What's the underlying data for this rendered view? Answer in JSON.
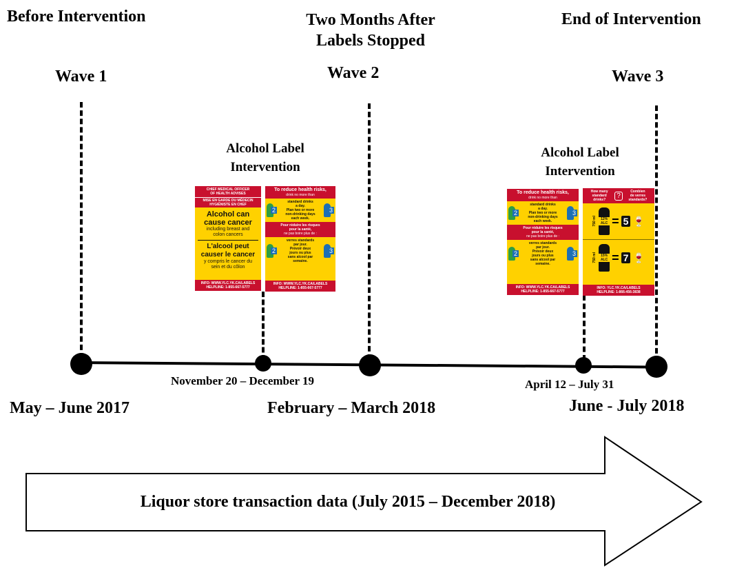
{
  "headers": {
    "wave1_phase": "Before Intervention",
    "wave2_phase": "Two Months After\nLabels Stopped",
    "wave3_phase": "End of Intervention",
    "wave1": "Wave 1",
    "wave2": "Wave 2",
    "wave3": "Wave 3"
  },
  "intervention_1": {
    "title": "Alcohol Label\nIntervention",
    "dates": "November 20 – December 19"
  },
  "intervention_2": {
    "title": "Alcohol Label\nIntervention",
    "dates": "April 12 – July 31"
  },
  "wave_dates": {
    "wave1": "May – June 2017",
    "wave2": "February – March 2018",
    "wave3": "June - July 2018"
  },
  "arrow": {
    "text": "Liquor store transaction data (July 2015 – December 2018)"
  },
  "cancer_label": {
    "band_top": "CHIEF MEDICAL OFFICER\nOF HEALTH ADVISES",
    "band_top_fr": "MISE EN GARDE DU MÉDECIN\nHYGIÉNISTE EN CHEF",
    "en_head": "Alcohol can\ncause cancer",
    "en_sub": "including breast and\ncolon cancers",
    "fr_head": "L'alcool peut\ncauser le cancer",
    "fr_sub": "y compris le cancer du\nsein et du côlon",
    "footer": "INFO: WWW.YLC.YK.CA/LABELS\nHELPLINE: 1-855-667-5777"
  },
  "limits_label": {
    "top": "To reduce health risks,",
    "top_sub": "drink no more than",
    "en_text": "standard drinks\na day.\nPlan two or more\nnon-drinking days\neach week.",
    "fr_top": "Pour réduire les risques\npour la santé,",
    "fr_sub": "ne pas boire plus de :",
    "fr_text": "verres standards\npar jour.\nPrévoir deux\njours ou plus\nsans alcool par\nsemaine.",
    "num_a": "2",
    "num_b": "3",
    "footer": "INFO: WWW.YLC.YK.CA/LABELS\nHELPLINE: 1-855-667-5777"
  },
  "standard_label": {
    "q_en": "How many\nstandard\ndrinks?",
    "q_fr": "Combien\nde verres\nstandards?",
    "row1_vol": "750 ml",
    "row1_alc": "12%\nALC",
    "row1_n": "5",
    "row2_vol": "750 ml",
    "row2_alc": "15%\nALC",
    "row2_n": "7",
    "footer": "INFO: YLC.YK.CA/LABELS\nHELPLINE: 1-866-456-3838"
  },
  "colors": {
    "red": "#c8102e",
    "yellow": "#ffd100",
    "green": "#2e9e44",
    "blue": "#1c6fb5"
  }
}
